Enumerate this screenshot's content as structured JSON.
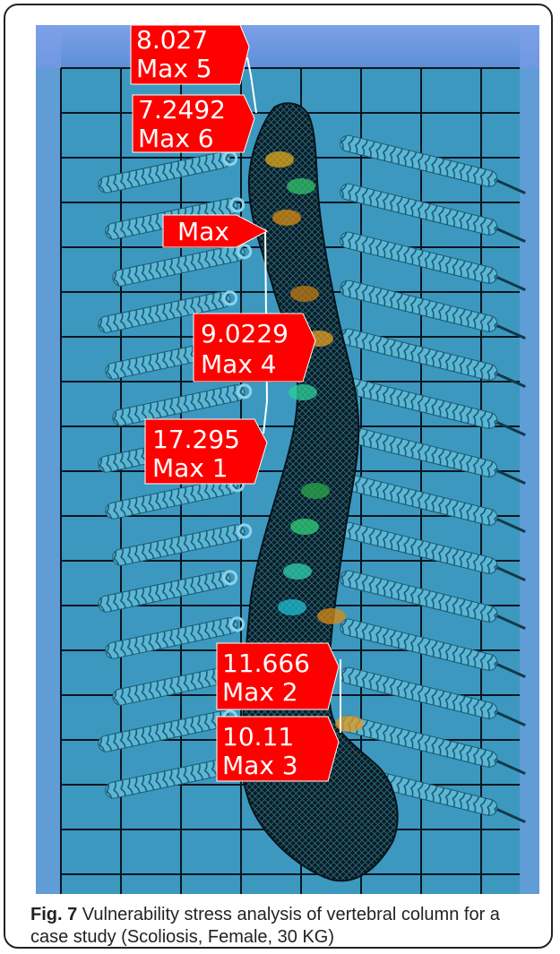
{
  "figure": {
    "fig_label": "Fig. 7",
    "caption_text": " Vulnerability stress analysis of vertebral column for a case study (Scoliosis, Female, 30 KG)"
  },
  "probes": [
    {
      "id": "max5",
      "value": "8.027",
      "name": "Max 5"
    },
    {
      "id": "max6",
      "value": "7.2492",
      "name": "Max 6"
    },
    {
      "id": "max",
      "value": "",
      "name": "Max"
    },
    {
      "id": "max4",
      "value": "9.0229",
      "name": "Max 4"
    },
    {
      "id": "max1",
      "value": "17.295",
      "name": "Max 1"
    },
    {
      "id": "max2",
      "value": "11.666",
      "name": "Max 2"
    },
    {
      "id": "max3",
      "value": "10.11",
      "name": "Max 3"
    }
  ],
  "colors": {
    "background": "#3c98bf",
    "grid": "#0a1620",
    "sky_top": "#7da1e8",
    "rib": "#6dc4e0",
    "spine": "#0b1b22",
    "probe_fill": "#ff0000",
    "probe_text": "#ffffff"
  }
}
